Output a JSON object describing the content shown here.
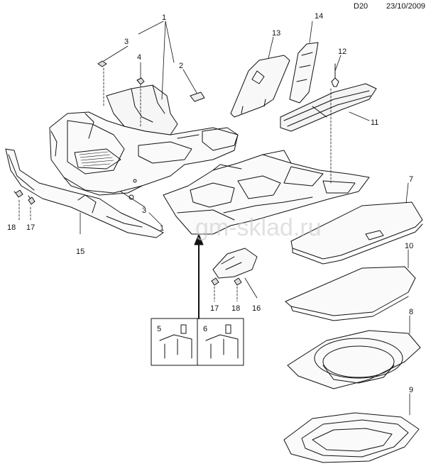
{
  "header": {
    "code": "D20",
    "date": "23/10/2009"
  },
  "watermark": "gm-sklad.ru",
  "callouts": [
    {
      "id": "c1a",
      "text": "1"
    },
    {
      "id": "c1b",
      "text": "1"
    },
    {
      "id": "c2",
      "text": "2"
    },
    {
      "id": "c3a",
      "text": "3"
    },
    {
      "id": "c3b",
      "text": "3"
    },
    {
      "id": "c4",
      "text": "4"
    },
    {
      "id": "c5",
      "text": "5"
    },
    {
      "id": "c6",
      "text": "6"
    },
    {
      "id": "c7",
      "text": "7"
    },
    {
      "id": "c8",
      "text": "8"
    },
    {
      "id": "c9",
      "text": "9"
    },
    {
      "id": "c10",
      "text": "10"
    },
    {
      "id": "c11",
      "text": "11"
    },
    {
      "id": "c12",
      "text": "12"
    },
    {
      "id": "c13",
      "text": "13"
    },
    {
      "id": "c14",
      "text": "14"
    },
    {
      "id": "c15",
      "text": "15"
    },
    {
      "id": "c16",
      "text": "16"
    },
    {
      "id": "c17a",
      "text": "17"
    },
    {
      "id": "c17b",
      "text": "17"
    },
    {
      "id": "c18a",
      "text": "18"
    },
    {
      "id": "c18b",
      "text": "18"
    }
  ]
}
